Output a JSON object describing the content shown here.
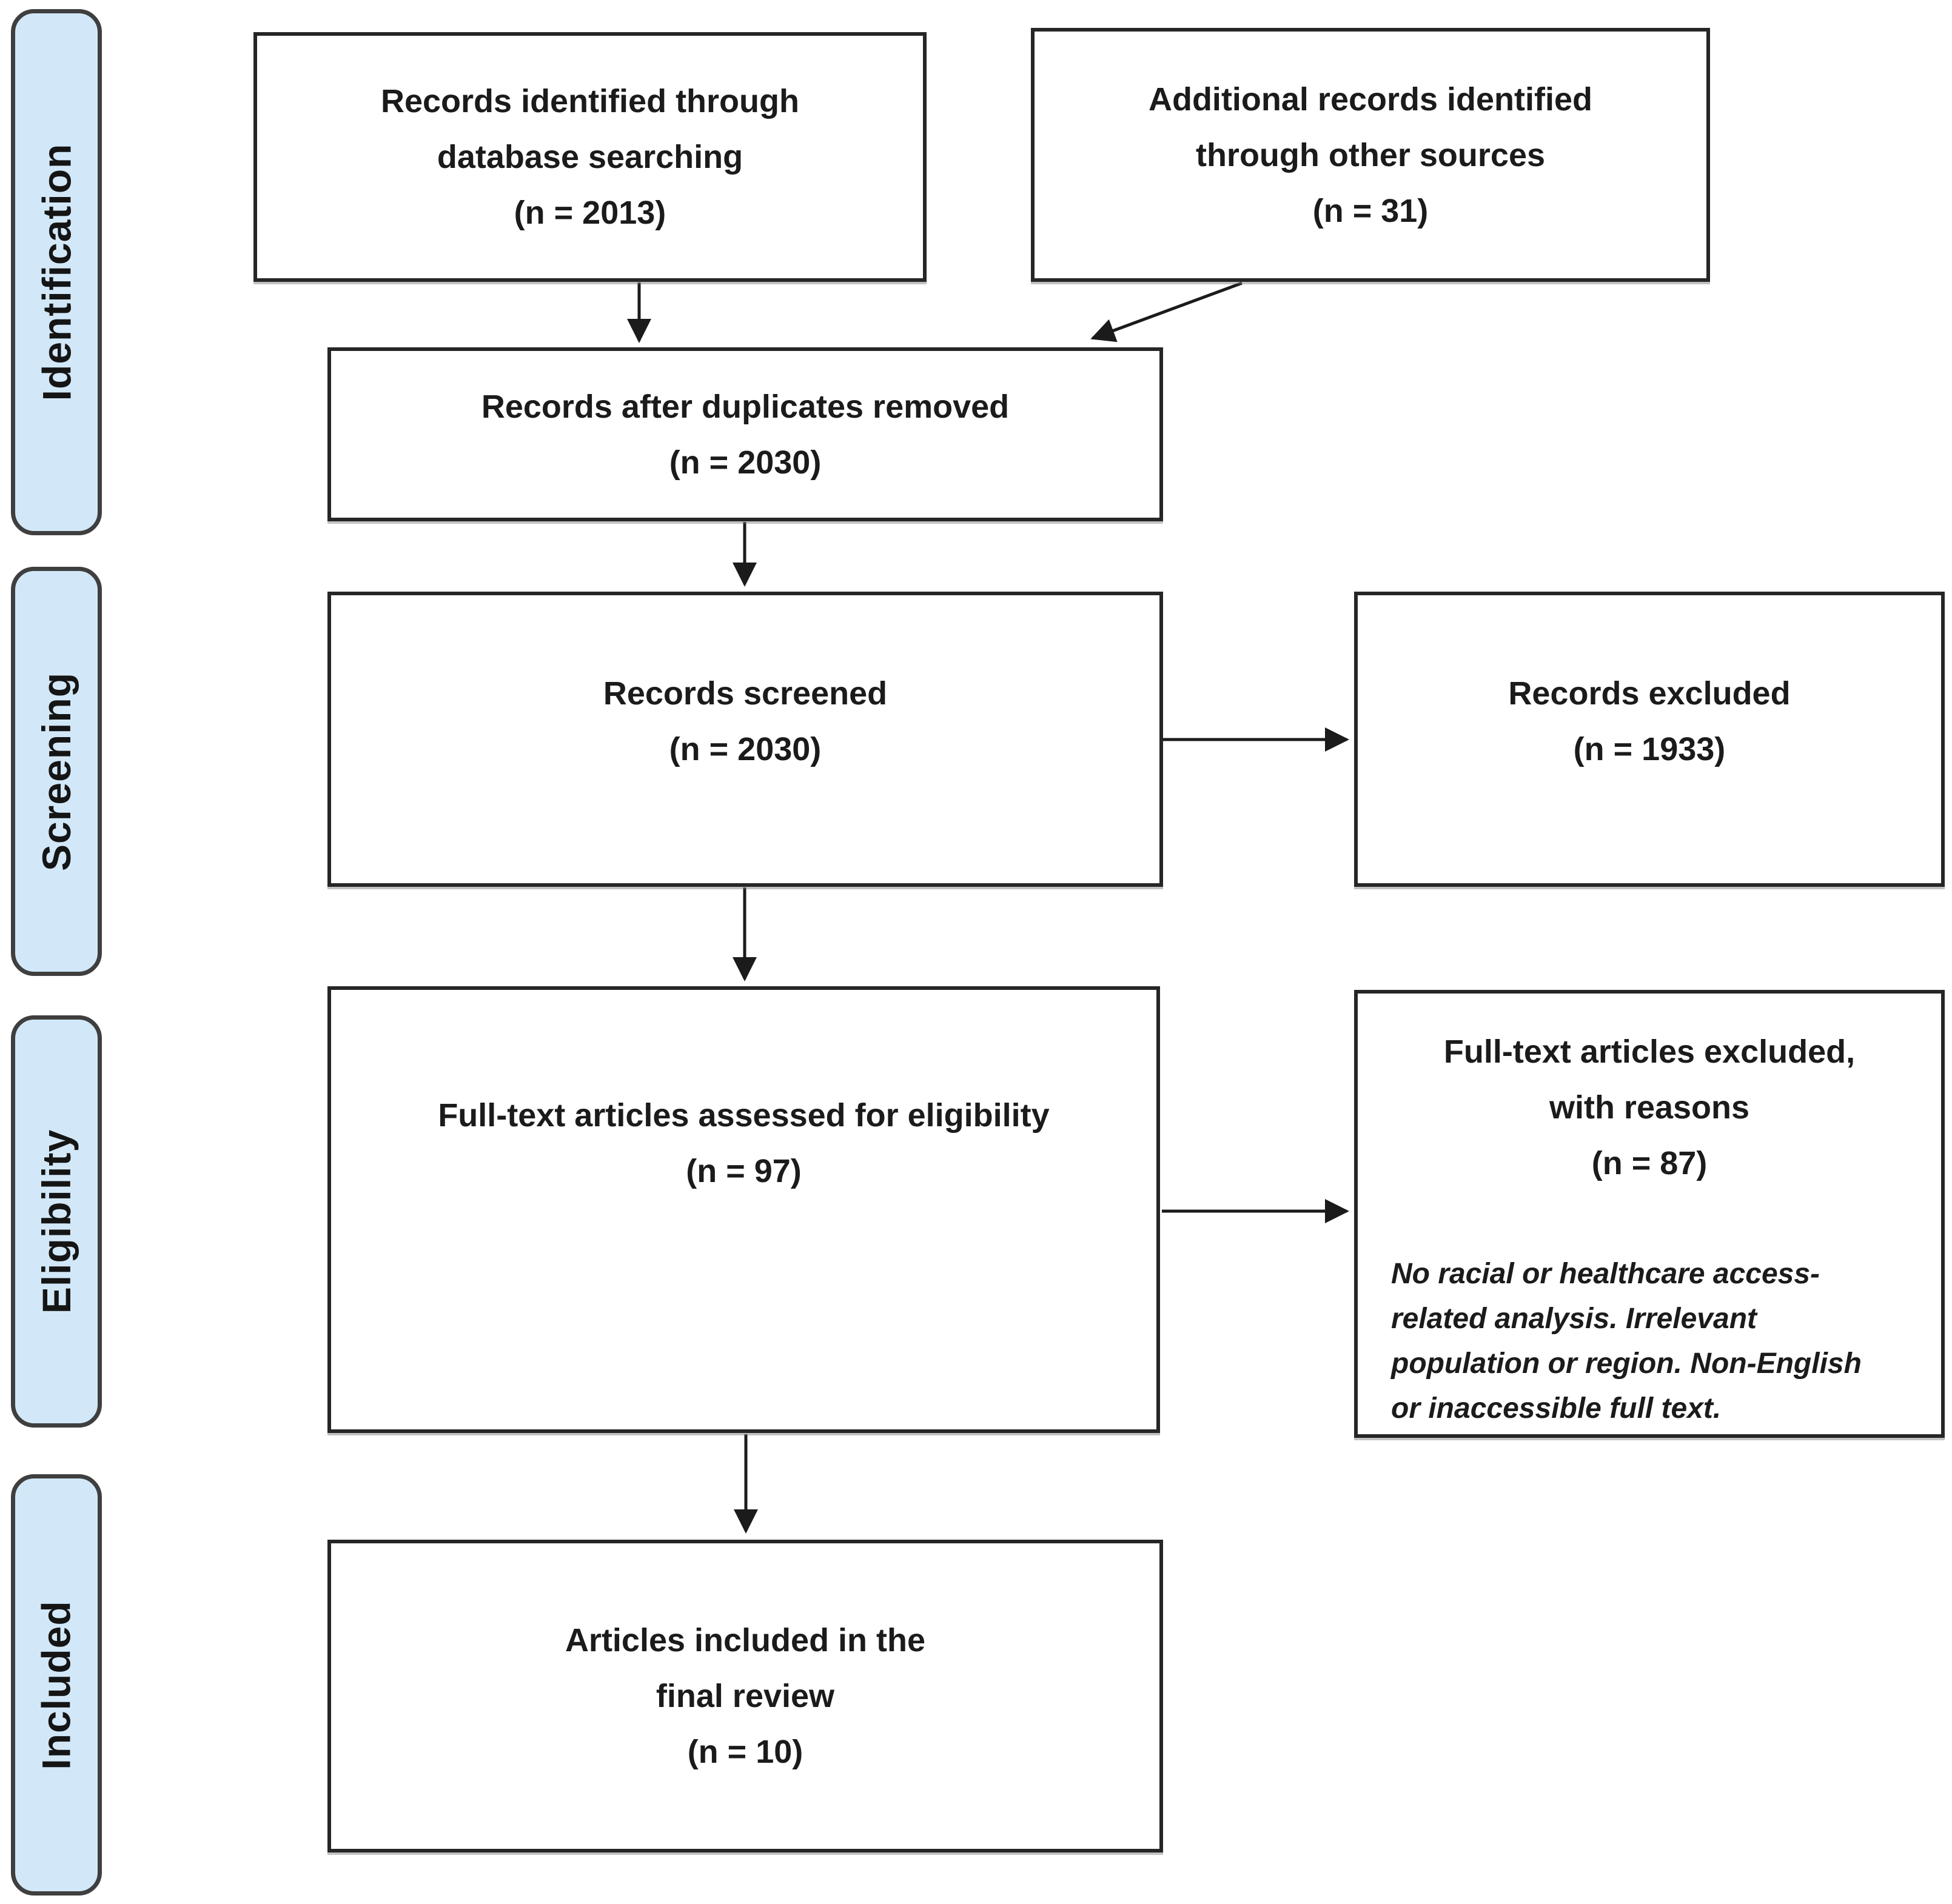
{
  "diagram_type": "PRISMA flow diagram",
  "stages": [
    {
      "label": "Identification"
    },
    {
      "label": "Screening"
    },
    {
      "label": "Eligibility"
    },
    {
      "label": "Included"
    }
  ],
  "boxes": {
    "identified": {
      "lines": [
        "Records identified through",
        "database searching",
        "(n = 2013)"
      ],
      "n": 2013
    },
    "additional": {
      "lines": [
        "Additional records identified",
        "through other sources",
        "(n = 31)"
      ],
      "n": 31
    },
    "duplicates": {
      "lines": [
        "Records after duplicates removed",
        "(n = 2030)"
      ],
      "n": 2030
    },
    "screened": {
      "lines": [
        "Records screened",
        "(n = 2030)"
      ],
      "n": 2030
    },
    "excluded": {
      "lines": [
        "Records excluded",
        "(n = 1933)"
      ],
      "n": 1933
    },
    "fulltext": {
      "lines": [
        "Full-text articles assessed for eligibility",
        "(n = 97)"
      ],
      "n": 97
    },
    "fulltext_excluded": {
      "lines": [
        "Full-text articles excluded,",
        "with reasons",
        "(n = 87)"
      ],
      "n": 87,
      "reasons": [
        "No racial or healthcare access-",
        "related analysis.  Irrelevant",
        "population or region.  Non-English",
        "or inaccessible full text."
      ]
    },
    "included_final": {
      "lines": [
        "Articles included in the",
        "final review",
        "(n = 10)"
      ],
      "n": 10
    }
  },
  "colors": {
    "stage_fill": "#d2e8f8",
    "stage_border": "#3f3f3f",
    "box_fill": "#ffffff",
    "box_border": "#262626",
    "arrow": "#1b1b1b",
    "text": "#1b1b1b",
    "background": "#ffffff"
  }
}
